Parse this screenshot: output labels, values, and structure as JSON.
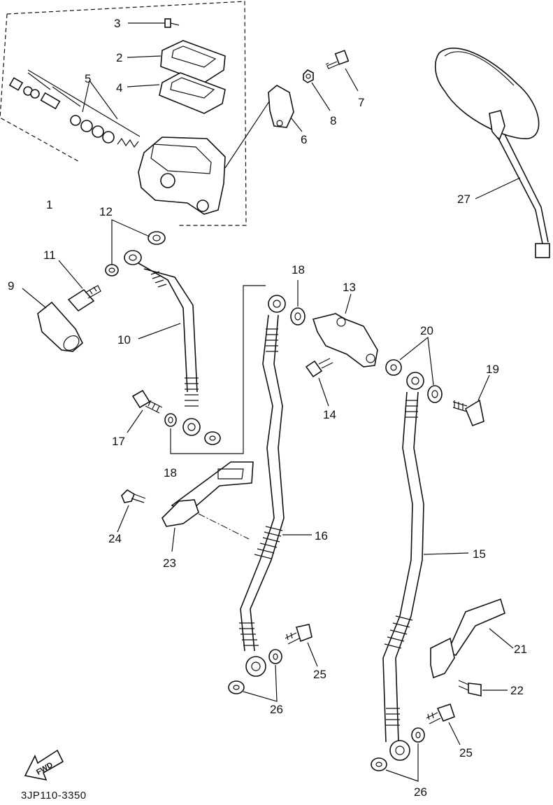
{
  "labels": {
    "p1": "1",
    "p2": "2",
    "p3": "3",
    "p4": "4",
    "p5": "5",
    "p6": "6",
    "p7": "7",
    "p8": "8",
    "p9": "9",
    "p10": "10",
    "p11": "11",
    "p12": "12",
    "p13": "13",
    "p14": "14",
    "p15": "15",
    "p16": "16",
    "p17": "17",
    "p18a": "18",
    "p18b": "18",
    "p19": "19",
    "p20": "20",
    "p21": "21",
    "p22": "22",
    "p23": "23",
    "p24": "24",
    "p25a": "25",
    "p25b": "25",
    "p26a": "26",
    "p26b": "26",
    "p27": "27"
  },
  "fwd": "FWD",
  "diagram_code": "3JP110-3350"
}
